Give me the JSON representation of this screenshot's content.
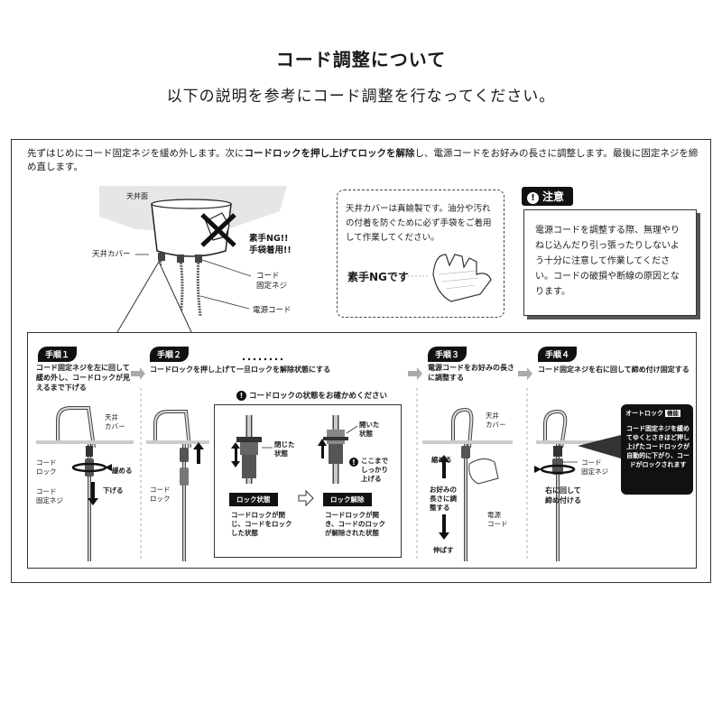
{
  "header": {
    "title": "コード調整について",
    "subtitle": "以下の説明を参考にコード調整を行なってください。"
  },
  "intro": {
    "part1": "先ずはじめにコード固定ネジを緩め外します。次に",
    "bold1": "コードロックを押し上げてロックを解除",
    "part2": "し、電源コードをお好みの長さに調整します。最後に固定ネジを締め直します。"
  },
  "diagram": {
    "ceiling": "天井面",
    "ceiling_cover": "天井カバー",
    "bare_ng": "素手NG!!\n手袋着用!!",
    "fix_screw": "コード\n固定ネジ",
    "power_cord": "電源コード"
  },
  "bubble": {
    "text": "天井カバーは真鍮製です。油分や汚れの付着を防ぐために必ず手袋をご着用して作業してください。",
    "ng": "素手NGです"
  },
  "caution": {
    "label": "注意",
    "body": "電源コードを調整する際、無理やりねじ込んだり引っ張ったりしないよう十分に注意して作業してください。コードの破損や断線の原因となります。"
  },
  "steps": [
    {
      "badge": "手順１",
      "desc": "コード固定ネジを左に回して緩め外し、コードロックが見えるまで下げる",
      "labels": {
        "cover": "天井\nカバー",
        "lock": "コード\nロック",
        "screw": "コード\n固定ネジ",
        "loosen": "緩める",
        "lower": "下げる"
      }
    },
    {
      "badge": "手順２",
      "desc": "コードロックを押し上げて一旦ロックを解除状態にする",
      "labels": {
        "lock": "コード\nロック"
      }
    },
    {
      "badge": "手順３",
      "desc": "電源コードをお好みの長さに調整する",
      "labels": {
        "cover": "天井\nカバー",
        "shorten": "縮める",
        "adjust": "お好みの\n長さに調\n整する",
        "extend": "伸ばす",
        "cord": "電源\nコード"
      }
    },
    {
      "badge": "手順４",
      "desc": "コード固定ネジを右に回して締め付け固定する",
      "labels": {
        "screw": "コード\n固定ネジ",
        "tighten": "右に回して\n締め付ける"
      }
    }
  ],
  "check": {
    "title": "コードロックの状態をお確かめください",
    "closed": "閉じた\n状態",
    "opened": "開いた\n状態",
    "push_up": "ここまで\nしっかり\n上げる",
    "lock_state_tag": "ロック状態",
    "lock_state_desc": "コードロックが閉じ、コードをロックした状態",
    "release_tag": "ロック解除",
    "release_desc": "コードロックが開き、コードのロックが解除された状態"
  },
  "autolock": {
    "title": "オートロック",
    "tag": "機能",
    "body": "コード固定ネジを緩めてゆくとさきほど押し上げたコードロックが自動的に下がり、コードがロックされます"
  }
}
